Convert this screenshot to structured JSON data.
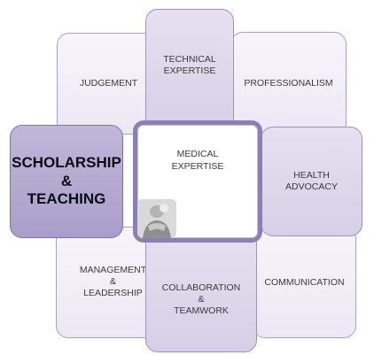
{
  "nodes": {
    "technical_expertise": "TECHNICAL\nEXPERTISE",
    "judgement": "JUDGEMENT",
    "professionalism": "PROFESSIONALISM",
    "scholarship_teaching": "SCHOLARSHIP\n&\nTEACHING",
    "medical_expertise": "MEDICAL\nEXPERTISE",
    "health_advocacy": "HEALTH\nADVOCACY",
    "management_leadership": "MANAGEMENT\n&\nLEADERSHIP",
    "collaboration_teamwork": "COLLABORATION\n&\nTEAMWORK",
    "communication": "COMMUNICATION"
  },
  "center_image": "doctor-photo-icon",
  "colors": {
    "light_tile": "#ece8f4",
    "mid_tile": "#d6cfe6",
    "dark_tile": "#a99ec9",
    "center_border": "#8b7fb5"
  }
}
